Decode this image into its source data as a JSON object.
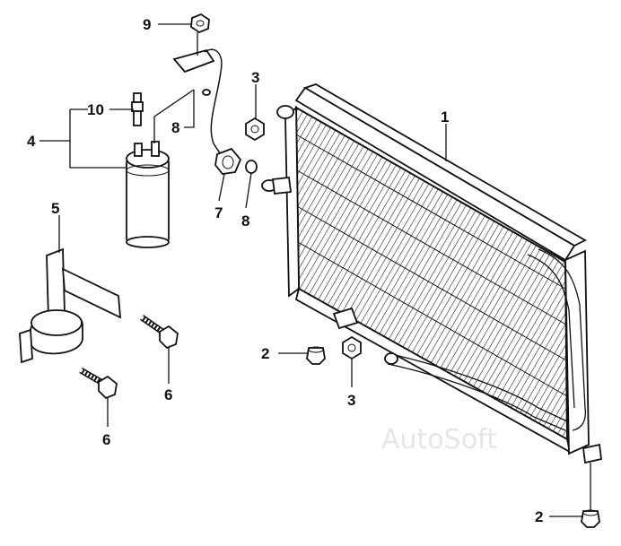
{
  "callouts": {
    "c1": "1",
    "c2a": "2",
    "c2b": "2",
    "c3a": "3",
    "c3b": "3",
    "c4": "4",
    "c5": "5",
    "c6a": "6",
    "c6b": "6",
    "c7": "7",
    "c8a": "8",
    "c8b": "8",
    "c9": "9",
    "c10": "10"
  },
  "watermark": "AutoSoft"
}
